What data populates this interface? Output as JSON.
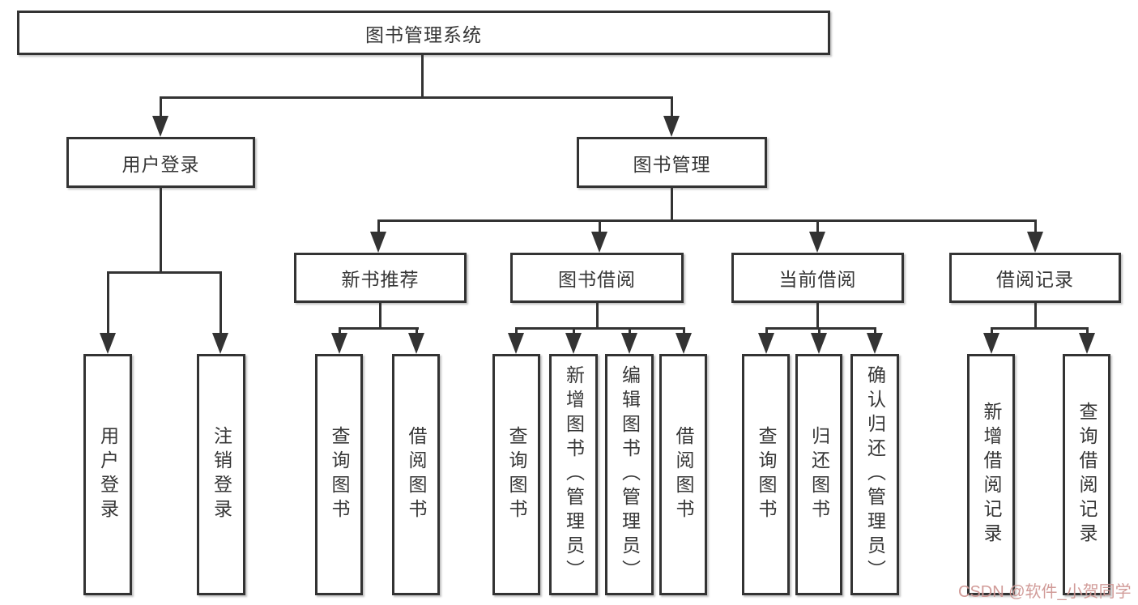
{
  "nodes": {
    "root": "图书管理系统",
    "user_login": "用户登录",
    "book_mgmt": "图书管理",
    "new_book_rec": "新书推荐",
    "book_borrow": "图书借阅",
    "current_borrow": "当前借阅",
    "borrow_records": "借阅记录",
    "leaf_user_login": "用户登录",
    "leaf_logout": "注销登录",
    "leaf_nbr_query_books": "查询图书",
    "leaf_nbr_borrow_books": "借阅图书",
    "leaf_bb_query_books": "查询图书",
    "leaf_bb_add_books": "新增图书（管理员）",
    "leaf_bb_edit_books": "编辑图书（管理员）",
    "leaf_bb_borrow_books": "借阅图书",
    "leaf_cb_query_books": "查询图书",
    "leaf_cb_return_books": "归还图书",
    "leaf_cb_confirm_return": "确认归还（管理员）",
    "leaf_br_add_record": "新增借阅记录",
    "leaf_br_query_record": "查询借阅记录"
  },
  "watermark": {
    "text": "CSDN @软件_小贺同学"
  },
  "colors": {
    "line": "#333333",
    "box_border": "#333333",
    "box_fill": "#ffffff",
    "text": "#363636",
    "watermark": "#c98a86"
  }
}
